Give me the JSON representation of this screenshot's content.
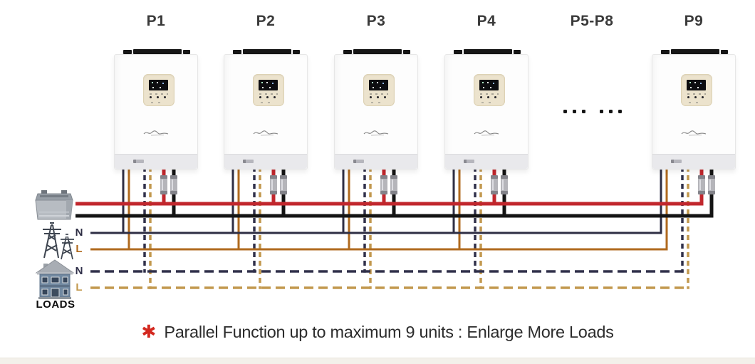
{
  "unit_labels": [
    {
      "label": "P1"
    },
    {
      "label": "P2"
    },
    {
      "label": "P3"
    },
    {
      "label": "P4"
    },
    {
      "label": "P9"
    }
  ],
  "omitted_units_label": "P5-P8",
  "bus_labels": {
    "grid_neutral": "N",
    "grid_line": "L",
    "load_neutral": "N",
    "load_line": "L"
  },
  "loads_caption": "LOADS",
  "footnote": {
    "star": "✱",
    "text": "Parallel Function up to maximum 9 units : Enlarge More Loads"
  },
  "icons": {
    "battery": "battery-icon",
    "grid": "transmission-tower-icon",
    "loads": "house-icon",
    "omitted_units": "ellipsis-dots-icon"
  },
  "colors": {
    "battery_positive_wire": "#c1272d",
    "battery_negative_wire": "#141414",
    "grid_neutral_wire": "#2e2e44",
    "grid_line_wire": "#b06a1e",
    "load_neutral_wire": "#30304a",
    "load_line_wire": "#c2984e",
    "footnote_star": "#d3281f",
    "connector_body": "#b5b5ba",
    "connector_cap": "#83838a"
  }
}
